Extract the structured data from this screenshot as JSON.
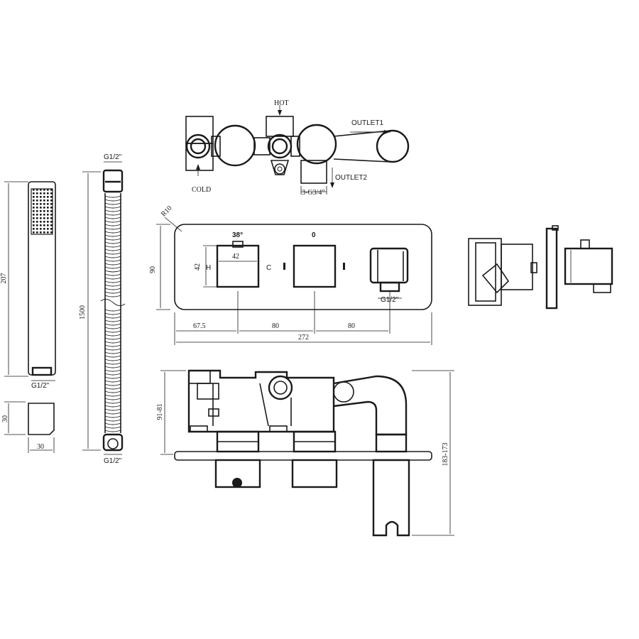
{
  "labels": {
    "hot": "HOT",
    "cold": "COLD",
    "outlet1": "OUTLET1",
    "outlet2": "OUTLET2",
    "thread_3g34": "3-G3/4\"",
    "radius": "R10",
    "temp": "38°",
    "zero": "0",
    "h": "H",
    "c": "C",
    "g12_valve": "G1/2\"",
    "g12_hose_top": "G1/2\"",
    "g12_hose_bottom": "G1/2\"",
    "g12_handset": "G1/2\""
  },
  "dimensions": {
    "plate_height": "90",
    "handle_height": "42",
    "handle_width": "42",
    "spacing_1": "67.5",
    "spacing_2": "80",
    "spacing_3": "80",
    "plate_width": "272",
    "handset_length": "207",
    "hose_length": "1500",
    "bracket_height": "30",
    "bracket_width": "30",
    "depth_body": "91-81",
    "depth_total": "183-173"
  }
}
